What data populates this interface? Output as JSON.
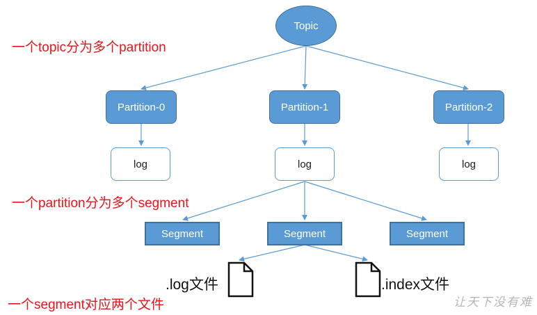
{
  "topic": {
    "label": "Topic"
  },
  "partitions": [
    {
      "label": "Partition-0",
      "log": "log"
    },
    {
      "label": "Partition-1",
      "log": "log"
    },
    {
      "label": "Partition-2",
      "log": "log"
    }
  ],
  "segments": [
    {
      "label": "Segment"
    },
    {
      "label": "Segment"
    },
    {
      "label": "Segment"
    }
  ],
  "files": [
    {
      "label": ".log文件",
      "icon": "document-icon"
    },
    {
      "label": ".index文件",
      "icon": "document-icon"
    }
  ],
  "notes": {
    "topic_note": "一个topic分为多个partition",
    "partition_note": "一个partition分为多个segment",
    "segment_note": "一个segment对应两个文件"
  },
  "watermark": "让天下没有难",
  "colors": {
    "node_fill": "#5b9bd5",
    "node_border": "#41719c",
    "edge": "#5b9bd5",
    "note_text": "#e8141b"
  }
}
